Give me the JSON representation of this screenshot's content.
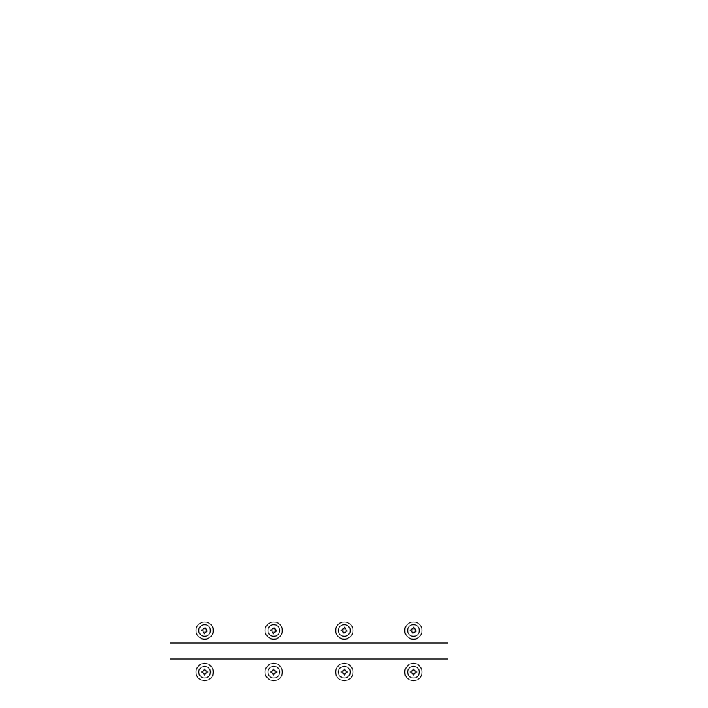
{
  "diagram": {
    "background_color": "#ffffff",
    "stroke_color": "#000000",
    "rows": [
      {
        "name": "top-row",
        "items": [
          {
            "icon": "screw-head-icon"
          },
          {
            "icon": "screw-head-icon"
          },
          {
            "icon": "screw-head-icon"
          },
          {
            "icon": "screw-head-icon"
          }
        ]
      },
      {
        "name": "bottom-row",
        "items": [
          {
            "icon": "screw-head-icon"
          },
          {
            "icon": "screw-head-icon"
          },
          {
            "icon": "screw-head-icon"
          },
          {
            "icon": "screw-head-icon"
          }
        ]
      }
    ],
    "rails": [
      {
        "name": "upper-rail"
      },
      {
        "name": "lower-rail"
      }
    ]
  }
}
